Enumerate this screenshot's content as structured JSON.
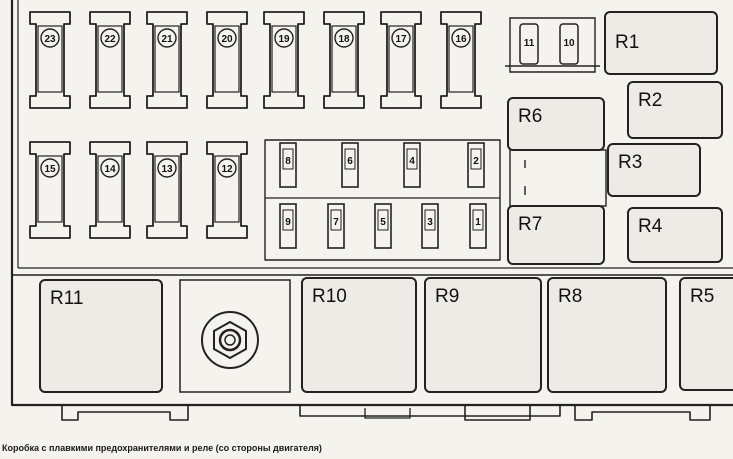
{
  "caption": "Коробка с плавкими предохранителями и реле (со стороны двигателя)",
  "fuses_top_row": [
    "23",
    "22",
    "21",
    "20",
    "19",
    "18",
    "17",
    "16"
  ],
  "fuses_mid_row": [
    "15",
    "14",
    "13",
    "12"
  ],
  "mini_fuses_top": [
    "8",
    "6",
    "4",
    "2"
  ],
  "mini_fuses_bottom": [
    "9",
    "7",
    "5",
    "3",
    "1"
  ],
  "small_fuses": [
    "11",
    "10"
  ],
  "relays": {
    "r1": "R1",
    "r2": "R2",
    "r3": "R3",
    "r4": "R4",
    "r5": "R5",
    "r6": "R6",
    "r7": "R7",
    "r8": "R8",
    "r9": "R9",
    "r10": "R10",
    "r11": "R11"
  }
}
